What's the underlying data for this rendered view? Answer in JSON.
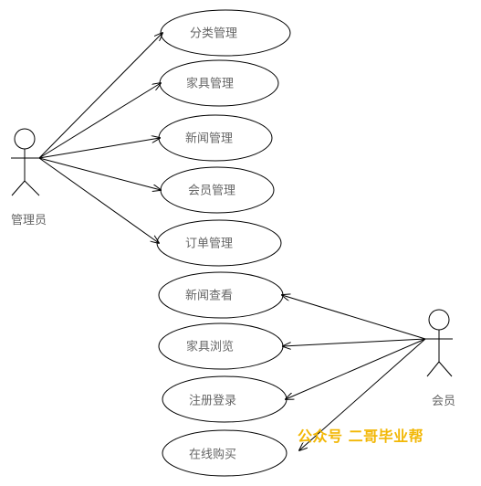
{
  "diagram": {
    "actors": {
      "admin": {
        "label": "管理员"
      },
      "member": {
        "label": "会员"
      }
    },
    "use_cases": [
      {
        "label": "分类管理",
        "actor": "admin"
      },
      {
        "label": "家具管理",
        "actor": "admin"
      },
      {
        "label": "新闻管理",
        "actor": "admin"
      },
      {
        "label": "会员管理",
        "actor": "admin"
      },
      {
        "label": "订单管理",
        "actor": "admin"
      },
      {
        "label": "新闻查看",
        "actor": "member"
      },
      {
        "label": "家具浏览",
        "actor": "member"
      },
      {
        "label": "注册登录",
        "actor": "member"
      },
      {
        "label": "在线购买",
        "actor": "member"
      }
    ]
  },
  "watermark": {
    "text": "公众号 二哥毕业帮",
    "color": "#f2b705"
  },
  "colors": {
    "line": "#000000",
    "label": "#666666"
  }
}
